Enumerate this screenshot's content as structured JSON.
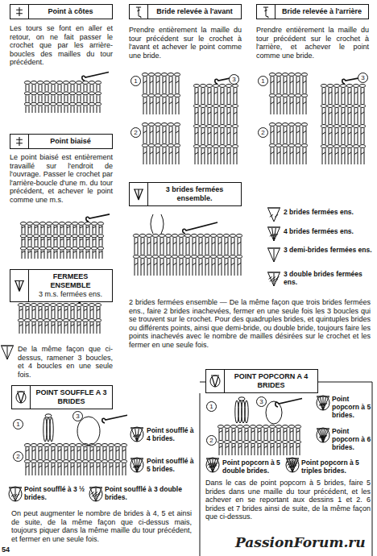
{
  "diagram": {
    "nodes": [
      {
        "text": [
          "Point à côtes"
        ]
      },
      {
        "text": [
          "Bride relevée à l'avant"
        ]
      },
      {
        "text": [
          "Bride relevée à l'arrière"
        ]
      },
      {
        "text": [
          "Point biaisé"
        ]
      },
      {
        "text": [
          "3 brides fermées ensemble."
        ]
      },
      {
        "text": [
          "FERMEES ENSEMBLE",
          "3 m.s. fermées ens."
        ]
      },
      {
        "text": [
          "POINT SOUFFLE A 3 BRIDES"
        ]
      },
      {
        "text": [
          "POINT POPCORN A 4 BRIDES"
        ]
      }
    ],
    "labels": [
      "Les tours se font en aller et retour, on ne fait passer le crochet que par les arrière-boucles des mailles du tour précédent.",
      "Le point biaisé est entièrement travaillé sur l'endroit de l'ouvrage. Passer le crochet par l'arrière-boucle d'une m. du tour précédent, et achever le point comme une m.s.",
      "De la même façon que ci-dessus, ramener 3 boucles, et 4 boucles en une seule fois.",
      "Prendre entièrement la maille du tour précédent sur le crochet à l'avant et achever le point comme une bride.",
      "Prendre entièrement la maille du tour précédent sur le crochet à l'arrière, et achever le point comme une bride.",
      "2 brides fermées ens.",
      "4 brides fermées ens.",
      "3 demi-brides fermées ens.",
      "3 double brides fermées ens.",
      "2 brides fermées ensemble — De la même façon que trois brides fermées ens., faire 2 brides inachevées, fermer en une seule fois les 3 boucles qui se trouvent sur le crochet. Pour des quadruples brides, et quintuples brides ou différents points, ainsi que demi-bride, ou double bride, toujours faire les points inachevés avec le nombre de mailles désirées sur le crochet et les fermer en une seule fois.",
      "Point soufflé à 4 brides.",
      "Point soufflé à 5 brides.",
      "Point soufflé à 3 ½ brides.",
      "Point soufflé à 3 double brides.",
      "On peut augmenter le nombre de brides à 4, 5 et ainsi de suite, de la même façon que ci-dessus mais, toujours piquer dans la même maille du tour précédent, et fermer en une seule fois.",
      "Point popcorn à 5 brides.",
      "Point popcorn à 6 brides.",
      "Point popcorn à 5 double brides.",
      "Point popcorn à 5 triples brides.",
      "Dans le cas de point popcorn à 5 brides, faire 5 brides dans une maille du tour précédent, et les achever en se reportant aux dessins 1 et 2. 6 brides et 7 brides ainsi de suite, de la même façon que ci-dessus.",
      "54",
      "PassionForum.ru",
      "1",
      "2",
      "3",
      "1",
      "2",
      "3",
      "1",
      "2",
      "3",
      "1",
      "2",
      "3"
    ]
  }
}
